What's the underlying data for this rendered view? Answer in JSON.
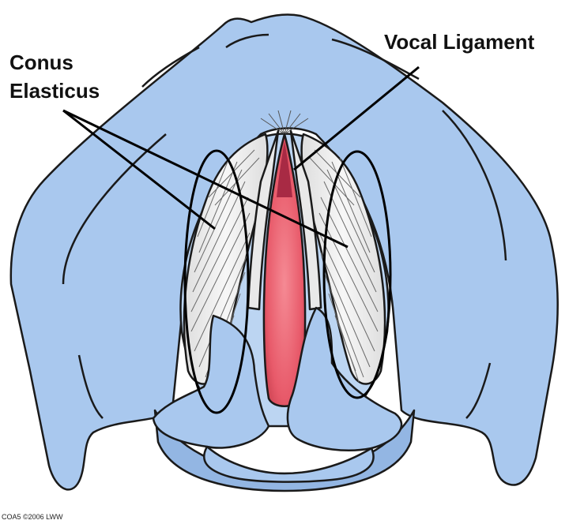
{
  "labels": {
    "conus_line1": "Conus",
    "conus_line2": "Elasticus",
    "vocal_ligament": "Vocal Ligament"
  },
  "credit": "COA5 ©2006 LWW",
  "colors": {
    "cartilage_fill": "#a9c8ee",
    "cartilage_light": "#cfe0f6",
    "cartilage_shadow": "#8fb2e0",
    "outline": "#1a1a1a",
    "membrane": "#f2f2f2",
    "glottis": "#e85a6a",
    "glottis_dark": "#a82a44",
    "leader": "#000000"
  }
}
